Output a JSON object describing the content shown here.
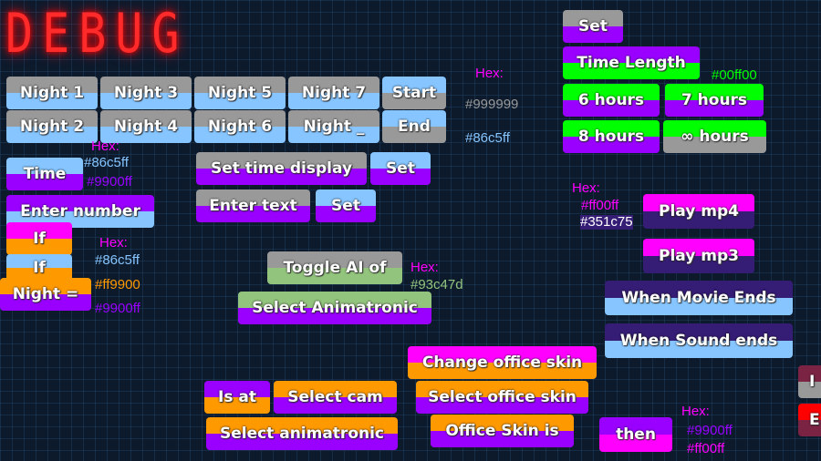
{
  "title": "DEBUG",
  "colors": {
    "gray": "#999999",
    "blue": "#86c5ff",
    "purple": "#9900ff",
    "orange": "#ff9900",
    "green": "#00ff00",
    "magenta": "#ff00ff",
    "dark_purple": "#351c75",
    "sage": "#93c47d",
    "maroon": "#7b2343",
    "red": "#ff0000"
  },
  "buttons": [
    {
      "label": "Night 1",
      "top": "#999999",
      "bottom": "#86c5ff"
    },
    {
      "label": "Night 3",
      "top": "#999999",
      "bottom": "#86c5ff"
    },
    {
      "label": "Night 5",
      "top": "#999999",
      "bottom": "#86c5ff"
    },
    {
      "label": "Night 7",
      "top": "#999999",
      "bottom": "#86c5ff"
    },
    {
      "label": "Start",
      "top": "#86c5ff",
      "bottom": "#999999"
    },
    {
      "label": "Night 2",
      "top": "#999999",
      "bottom": "#86c5ff"
    },
    {
      "label": "Night 4",
      "top": "#999999",
      "bottom": "#86c5ff"
    },
    {
      "label": "Night 6",
      "top": "#999999",
      "bottom": "#86c5ff"
    },
    {
      "label": "Night _",
      "top": "#999999",
      "bottom": "#86c5ff"
    },
    {
      "label": "End",
      "top": "#86c5ff",
      "bottom": "#999999"
    },
    {
      "label": "Time",
      "top": "#86c5ff",
      "bottom": "#9900ff"
    },
    {
      "label": "Enter number",
      "top": "#9900ff",
      "bottom": "#86c5ff"
    },
    {
      "label": "If",
      "top": "#ff00ff",
      "bottom": "#ff9900"
    },
    {
      "label": "If",
      "top": "#86c5ff",
      "bottom": "#ff9900"
    },
    {
      "label": "Night =",
      "top": "#ff9900",
      "bottom": "#9900ff"
    },
    {
      "label": "Set time display",
      "top": "#999999",
      "bottom": "#9900ff"
    },
    {
      "label": "Set",
      "top": "#86c5ff",
      "bottom": "#9900ff"
    },
    {
      "label": "Enter text",
      "top": "#999999",
      "bottom": "#9900ff"
    },
    {
      "label": "Set",
      "top": "#86c5ff",
      "bottom": "#9900ff"
    },
    {
      "label": "Toggle AI of",
      "top": "#999999",
      "bottom": "#93c47d"
    },
    {
      "label": "Select Animatronic",
      "top": "#93c47d",
      "bottom": "#9900ff"
    },
    {
      "label": "Set",
      "top": "#999999",
      "bottom": "#9900ff"
    },
    {
      "label": "Time Length",
      "top": "#9900ff",
      "bottom": "#00ff00"
    },
    {
      "label": "6 hours",
      "top": "#00ff00",
      "bottom": "#9900ff"
    },
    {
      "label": "7 hours",
      "top": "#00ff00",
      "bottom": "#9900ff"
    },
    {
      "label": "8 hours",
      "top": "#00ff00",
      "bottom": "#9900ff"
    },
    {
      "label": "∞ hours",
      "top": "#00ff00",
      "bottom": "#999999"
    },
    {
      "label": "Play mp4",
      "top": "#ff00ff",
      "bottom": "#351c75"
    },
    {
      "label": "Play mp3",
      "top": "#ff00ff",
      "bottom": "#351c75"
    },
    {
      "label": "When Movie Ends",
      "top": "#351c75",
      "bottom": "#86c5ff"
    },
    {
      "label": "When Sound ends",
      "top": "#351c75",
      "bottom": "#86c5ff"
    },
    {
      "label": "Change office skin",
      "top": "#ff00ff",
      "bottom": "#ff9900"
    },
    {
      "label": "Select office skin",
      "top": "#ff9900",
      "bottom": "#9900ff"
    },
    {
      "label": "Office Skin is",
      "top": "#ff9900",
      "bottom": "#9900ff"
    },
    {
      "label": "Is at",
      "top": "#9900ff",
      "bottom": "#ff9900"
    },
    {
      "label": "Select cam",
      "top": "#ff9900",
      "bottom": "#9900ff"
    },
    {
      "label": "Select animatronic",
      "top": "#ff9900",
      "bottom": "#9900ff"
    },
    {
      "label": "then",
      "top": "#9900ff",
      "bottom": "#ff00ff"
    },
    {
      "label": "I",
      "top": "#7b2343",
      "bottom": "#999999"
    },
    {
      "label": "E",
      "top": "#ff0000",
      "bottom": "#7b2343"
    }
  ],
  "hex_labels": [
    {
      "text": "Hex:",
      "color": "#ff00ff"
    },
    {
      "text": "#999999",
      "color": "#999999"
    },
    {
      "text": "#86c5ff",
      "color": "#86c5ff"
    },
    {
      "text": "Hex:",
      "color": "#ff00ff"
    },
    {
      "text": "#86c5ff",
      "color": "#86c5ff"
    },
    {
      "text": "#9900ff",
      "color": "#9900ff"
    },
    {
      "text": "Hex:",
      "color": "#ff00ff"
    },
    {
      "text": "#86c5ff",
      "color": "#86c5ff"
    },
    {
      "text": "#ff9900",
      "color": "#ff9900"
    },
    {
      "text": "#9900ff",
      "color": "#9900ff"
    },
    {
      "text": "Hex:",
      "color": "#ff00ff"
    },
    {
      "text": "#93c47d",
      "color": "#93c47d"
    },
    {
      "text": "#00ff00",
      "color": "#00ff00"
    },
    {
      "text": "Hex:",
      "color": "#ff00ff"
    },
    {
      "text": "#ff00ff",
      "color": "#ff00ff"
    },
    {
      "text": "#351c75",
      "color": "#ffffff"
    },
    {
      "text": "Hex:",
      "color": "#ff00ff"
    },
    {
      "text": "#9900ff",
      "color": "#9900ff"
    },
    {
      "text": "#ff00ff",
      "color": "#ff00ff"
    }
  ]
}
